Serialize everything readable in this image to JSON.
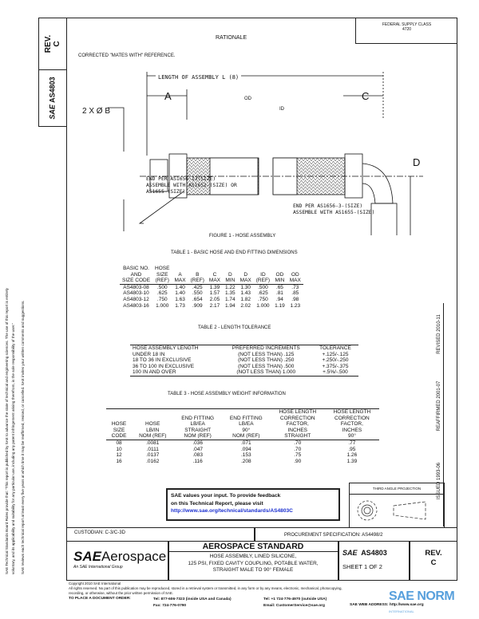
{
  "side_tab": {
    "rev_label": "REV.",
    "rev": "C",
    "doc": "AS4803",
    "sae_logo": "SAE"
  },
  "left_notice": [
    "SAE Technical Standards Board Rules provide that: \"This report is published by SAE to advance the state of technical and engineering sciences. The use of this report is entirely",
    "voluntary, and its applicability and suitability for any particular use, including any patent infringement arising therefrom, is the sole responsibility of the user.\"",
    "SAE reviews each technical report at least every five years at which time it may be reaffirmed, revised, or cancelled. SAE invites your written comments and suggestions."
  ],
  "header": {
    "fsc_label": "FEDERAL SUPPLY CLASS",
    "fsc": "4720",
    "rationale_title": "RATIONALE",
    "rationale_text": "CORRECTED \"MATES WITH\" REFERENCE."
  },
  "figure": {
    "length_label": "LENGTH OF ASSEMBLY L (8)",
    "dim_a": "A",
    "dim_b": "2 X Ø B",
    "dim_c": "C",
    "dim_d": "D",
    "od": "OD",
    "id": "ID",
    "note_left": [
      "END PER AS1656-13(SIZE)",
      "ASSEMBLE WITH AS1652-(SIZE) OR",
      "AS1655-(SIZE)"
    ],
    "note_right": [
      "END PER AS1656-3-(SIZE)",
      "ASSEMBLE WITH AS1655-(SIZE)"
    ],
    "caption": "FIGURE 1 - HOSE ASSEMBLY"
  },
  "table1": {
    "title": "TABLE 1 - BASIC HOSE AND END FITTING DIMENSIONS",
    "headers": [
      [
        "BASIC NO.",
        "AND",
        "SIZE CODE"
      ],
      [
        "HOSE",
        "SIZE",
        "(REF)"
      ],
      [
        "",
        "A",
        "MAX"
      ],
      [
        "",
        "B",
        "(REF)"
      ],
      [
        "",
        "C",
        "MAX"
      ],
      [
        "",
        "D",
        "MIN"
      ],
      [
        "",
        "D",
        "MAX"
      ],
      [
        "",
        "ID",
        "(REF)"
      ],
      [
        "",
        "OD",
        "MIN"
      ],
      [
        "",
        "OD",
        "MAX"
      ]
    ],
    "rows": [
      [
        "AS4803-08",
        ".500",
        "1.40",
        ".425",
        "1.39",
        "1.22",
        "1.30",
        ".500",
        ".65",
        ".73"
      ],
      [
        "AS4803-10",
        ".625",
        "1.40",
        ".550",
        "1.57",
        "1.35",
        "1.43",
        ".625",
        ".81",
        ".85"
      ],
      [
        "AS4803-12",
        ".750",
        "1.63",
        ".654",
        "2.05",
        "1.74",
        "1.82",
        ".750",
        ".94",
        ".98"
      ],
      [
        "AS4803-16",
        "1.000",
        "1.73",
        ".909",
        "2.17",
        "1.94",
        "2.02",
        "1.000",
        "1.19",
        "1.23"
      ]
    ]
  },
  "table2": {
    "title": "TABLE 2 - LENGTH TOLERANCE",
    "headers": [
      "HOSE ASSEMBLY LENGTH",
      "PREFERRED INCREMENTS",
      "TOLERANCE"
    ],
    "rows": [
      [
        "UNDER 18 IN",
        "(NOT LESS THAN) .125",
        "+.125/-.125"
      ],
      [
        "18 TO 36 IN EXCLUSIVE",
        "(NOT LESS THAN) .250",
        "+.250/-.250"
      ],
      [
        "36 TO 100 IN EXCLUSIVE",
        "(NOT LESS THAN) .500",
        "+.375/-.375"
      ],
      [
        "100 IN AND OVER",
        "(NOT LESS THAN) 1.000",
        "+.5%/-.500"
      ]
    ]
  },
  "table3": {
    "title": "TABLE 3 - HOSE ASSEMBLY WEIGHT INFORMATION",
    "headers": [
      [
        "",
        "",
        "HOSE",
        "SIZE",
        "CODE"
      ],
      [
        "",
        "",
        "HOSE",
        "LB/IN",
        "NOM (REF)"
      ],
      [
        "",
        "END FITTING",
        "LB/EA",
        "STRAIGHT",
        "NOM (REF)"
      ],
      [
        "",
        "END FITTING",
        "LB/EA",
        "90°",
        "NOM (REF)"
      ],
      [
        "HOSE LENGTH",
        "CORRECTION",
        "FACTOR,",
        "INCHES",
        "STRAIGHT"
      ],
      [
        "HOSE LENGTH",
        "CORRECTION",
        "FACTOR,",
        "INCHES",
        "90°"
      ]
    ],
    "rows": [
      [
        "08",
        ".0081",
        ".036",
        ".071",
        ".70",
        ".77"
      ],
      [
        "10",
        ".0111",
        ".047",
        ".094",
        ".70",
        ".95"
      ],
      [
        "12",
        ".0137",
        ".083",
        ".153",
        ".75",
        "1.26"
      ],
      [
        "16",
        ".0162",
        ".116",
        ".208",
        ".90",
        "1.39"
      ]
    ]
  },
  "right_dates": {
    "issued": "ISSUED 1993-06",
    "reaffirmed": "REAFFIRMED 2001-07",
    "revised": "REVISED 2010-11"
  },
  "feedback": {
    "line1": "SAE values your input. To provide feedback",
    "line2": "on this Technical Report, please visit",
    "link": "http://www.sae.org/technical/standards/AS4803C"
  },
  "projection": {
    "label": "THIRD ANGLE PROJECTION"
  },
  "custodian": "CUSTODIAN: C-3/C-3D",
  "procurement": "PROCUREMENT SPECIFICATION: AS4498/2",
  "title_block": {
    "logo_main": "SAE",
    "logo_sub": "Aerospace",
    "logo_tagline": "An SAE International Group",
    "standard": "AEROSPACE STANDARD",
    "desc": [
      "HOSE ASSEMBLY, LINED SILICONE,",
      "125 PSI, FIXED CAVITY COUPLING, POTABLE WATER,",
      "STRAIGHT MALE TO 90° FEMALE"
    ],
    "doc": "AS4803",
    "sheet": "SHEET 1 OF 2",
    "rev_label": "REV.",
    "rev": "C"
  },
  "footer": {
    "copyright": "Copyright 2010 SAE International",
    "rights": "All rights reserved. No part of this publication may be reproduced, stored in a retrieval system or transmitted, in any form or by any means, electronic, mechanical, photocopying,",
    "rights2": "recording, or otherwise, without the prior written permission of SAE.",
    "order": "TO PLACE A DOCUMENT ORDER:",
    "tel1": "Tel: 877-606-7323 (inside USA and Canada)",
    "fax": "Fax: 724-776-0790",
    "tel2": "Tel: +1 724-776-4970 (outside USA)",
    "email": "Email: CustomerService@sae.org",
    "web": "SAE WEB ADDRESS: http://www.sae.org"
  },
  "watermark": {
    "text": "SAE NORM",
    "sub": "INTERNATIONAL",
    "color": "#3a8fd6"
  }
}
